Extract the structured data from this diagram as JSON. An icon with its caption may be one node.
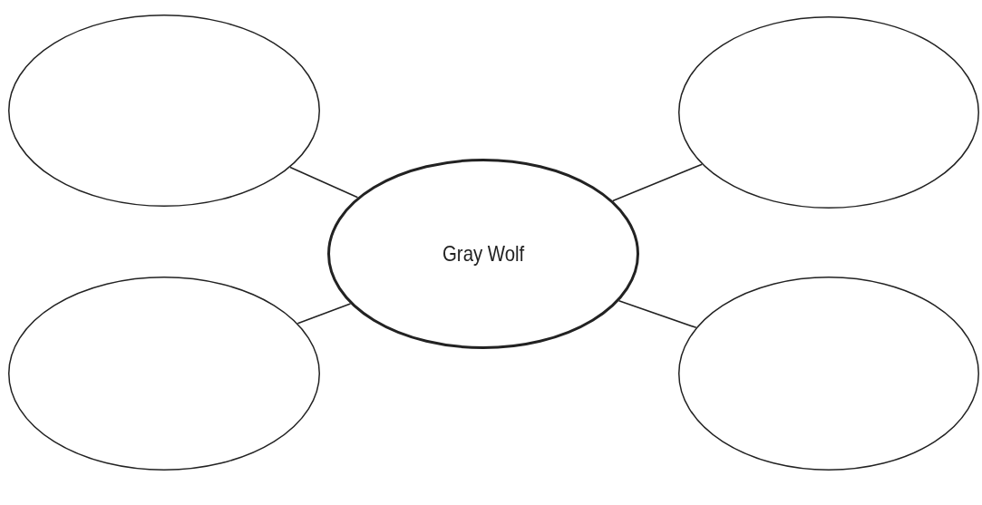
{
  "diagram": {
    "nodes": [
      {
        "text": [],
        "shape": "ellipse"
      },
      {
        "text": [],
        "shape": "ellipse"
      },
      {
        "text": [
          "Gray Wolf"
        ]
      },
      {
        "text": [],
        "shape": "ellipse"
      },
      {
        "text": [],
        "shape": "ellipse"
      }
    ],
    "edges": [
      {
        "from": 2,
        "to": 0,
        "arrow": "none"
      },
      {
        "from": 2,
        "to": 1,
        "arrow": "none"
      },
      {
        "from": 2,
        "to": 3,
        "arrow": "none"
      },
      {
        "from": 2,
        "to": 4,
        "arrow": "none"
      }
    ]
  }
}
